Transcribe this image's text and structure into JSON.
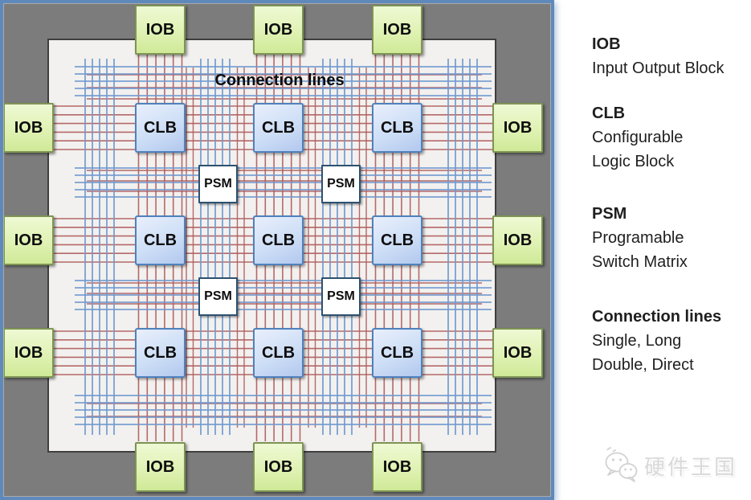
{
  "diagram": {
    "title": "Connection lines",
    "block_labels": {
      "iob": "IOB",
      "clb": "CLB",
      "psm": "PSM"
    },
    "wire_colors": {
      "red": "#b05c5c",
      "blue": "#7099cf"
    },
    "block_colors": {
      "iob_fill": "#ddf0ab",
      "iob_border": "#7e9455",
      "clb_fill": "#c4d7f3",
      "clb_border": "#4f81bd",
      "psm_fill": "#ffffff",
      "psm_border": "#2d5170",
      "chip_fill": "#f2f1ef",
      "frame_gray": "#7c7c7c",
      "panel_border": "#6089bb"
    }
  },
  "legend": {
    "entries": [
      {
        "term": "IOB",
        "description": [
          "Input Output Block"
        ]
      },
      {
        "term": "CLB",
        "description": [
          "Configurable",
          "Logic Block"
        ]
      },
      {
        "term": "PSM",
        "description": [
          "Programable",
          "Switch Matrix"
        ]
      },
      {
        "term": "Connection lines",
        "description": [
          "Single, Long",
          "Double, Direct"
        ]
      }
    ]
  },
  "watermark": {
    "icon": "wechat-icon",
    "text": "硬件王国"
  }
}
